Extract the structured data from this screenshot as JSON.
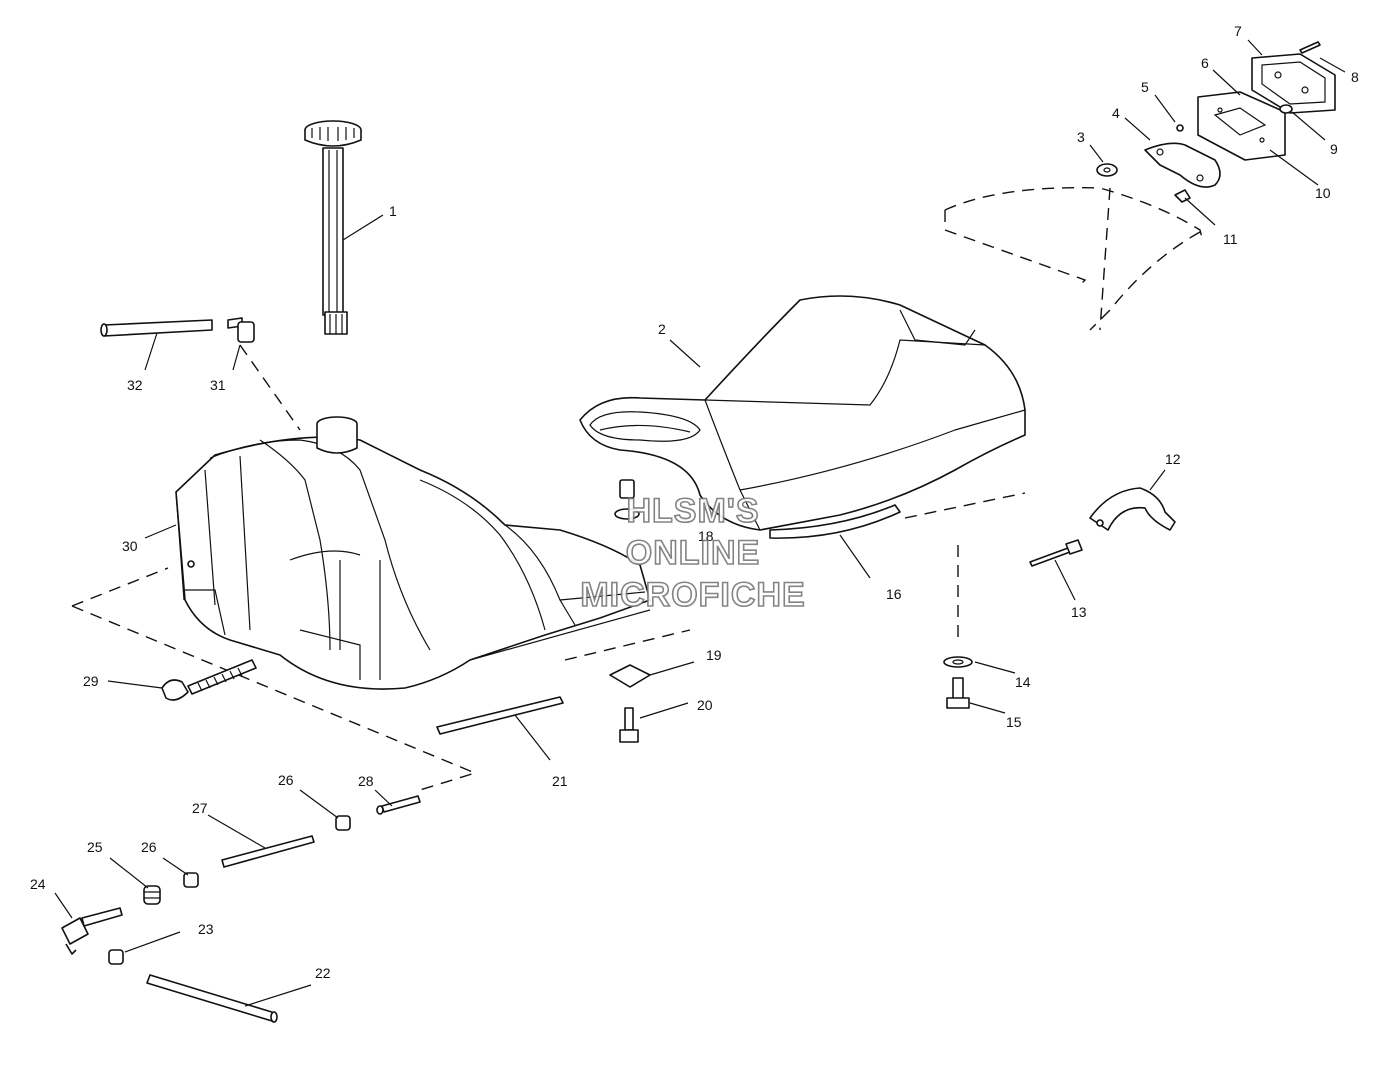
{
  "watermark": {
    "line1": "HLSM'S",
    "line2": "ONLINE",
    "line3": "MICROFICHE"
  },
  "callouts": {
    "c1": "1",
    "c2": "2",
    "c3": "3",
    "c4": "4",
    "c5": "5",
    "c6": "6",
    "c7": "7",
    "c8": "8",
    "c9": "9",
    "c10": "10",
    "c11": "11",
    "c12": "12",
    "c13": "13",
    "c14": "14",
    "c15": "15",
    "c16": "16",
    "c18": "18",
    "c19": "19",
    "c20": "20",
    "c21": "21",
    "c22": "22",
    "c23": "23",
    "c24": "24",
    "c25": "25",
    "c26a": "26",
    "c26b": "26",
    "c27": "27",
    "c28": "28",
    "c29": "29",
    "c30": "30",
    "c31": "31",
    "c32": "32"
  }
}
